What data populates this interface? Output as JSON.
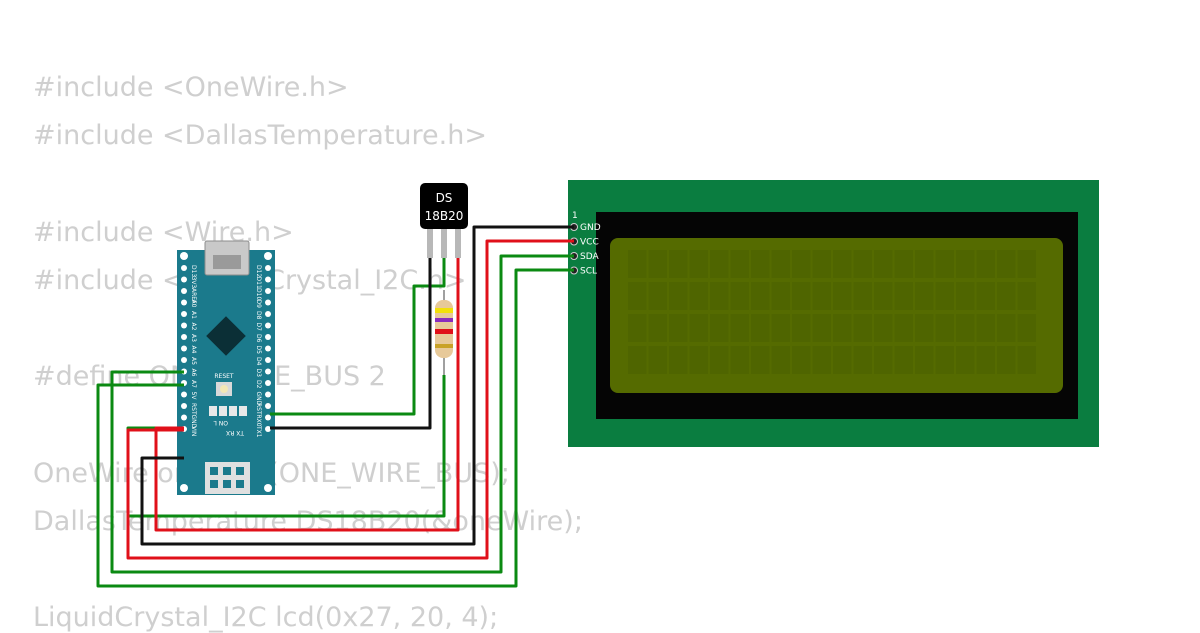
{
  "code": {
    "lines": [
      "#include <OneWire.h>",
      "#include <DallasTemperature.h>",
      "",
      "#include <Wire.h>",
      "#include <LiquidCrystal_I2C.h>",
      "",
      "#define ONE_WIRE_BUS 2",
      "",
      "OneWire oneWire(ONE_WIRE_BUS);",
      "DallasTemperature DS18B20(&oneWire);",
      "",
      "LiquidCrystal_I2C lcd(0x27, 20, 4);"
    ]
  },
  "sensor": {
    "label_line1": "DS",
    "label_line2": "18B20"
  },
  "lcd": {
    "pin1_marker": "1",
    "pins": [
      "GND",
      "VCC",
      "SDA",
      "SCL"
    ],
    "columns": 20,
    "rows": 4
  },
  "arduino": {
    "reset_label": "RESET",
    "led_labels": "ON  L",
    "txrx_labels": "TX  RX",
    "left_pins": [
      "D13",
      "3V3",
      "AREF",
      "A0",
      "A1",
      "A2",
      "A3",
      "A4",
      "A5",
      "A6",
      "A7",
      "5V",
      "RST",
      "GND",
      "VIN"
    ],
    "right_pins": [
      "D12",
      "D11",
      "D10",
      "D9",
      "D8",
      "D7",
      "D6",
      "D5",
      "D4",
      "D3",
      "D2",
      "GND",
      "RST",
      "RX0",
      "TX1"
    ]
  },
  "colors": {
    "wire_green": "#0b8a12",
    "wire_red": "#e0101a",
    "wire_black": "#111111",
    "board": "#1b7a8c",
    "lcd_pcb": "#0a7d40",
    "lcd_screen": "#556b00"
  }
}
